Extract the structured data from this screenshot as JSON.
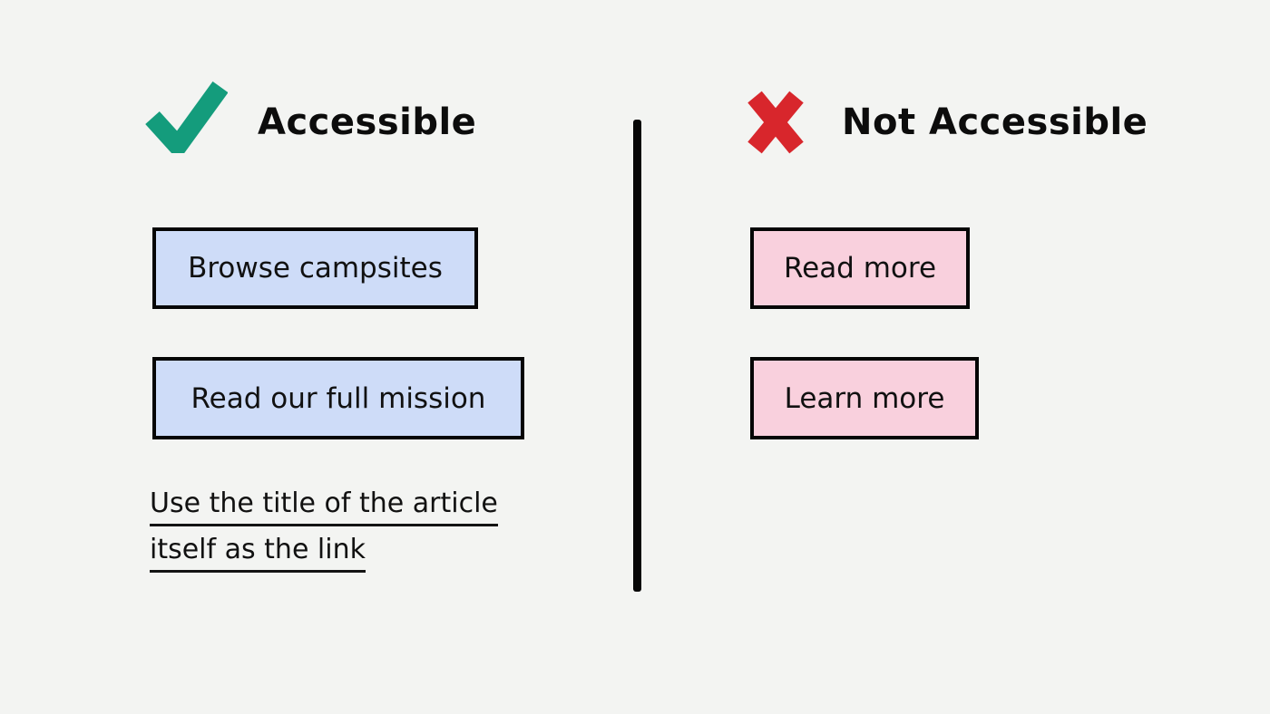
{
  "colors": {
    "background": "#f3f4f2",
    "check_green": "#149c7c",
    "cross_red": "#d8262c",
    "accessible_button_fill": "#cedcf8",
    "not_accessible_button_fill": "#f9d0dd",
    "outline_black": "#050505"
  },
  "accessible_column": {
    "icon": "check-icon",
    "heading": "Accessible",
    "buttons": [
      {
        "label": "Browse campsites"
      },
      {
        "label": "Read our full mission"
      }
    ],
    "link_example_lines": [
      "Use the title of the article",
      "itself as the link"
    ]
  },
  "not_accessible_column": {
    "icon": "x-icon",
    "heading": "Not Accessible",
    "buttons": [
      {
        "label": "Read more"
      },
      {
        "label": "Learn more"
      }
    ]
  }
}
